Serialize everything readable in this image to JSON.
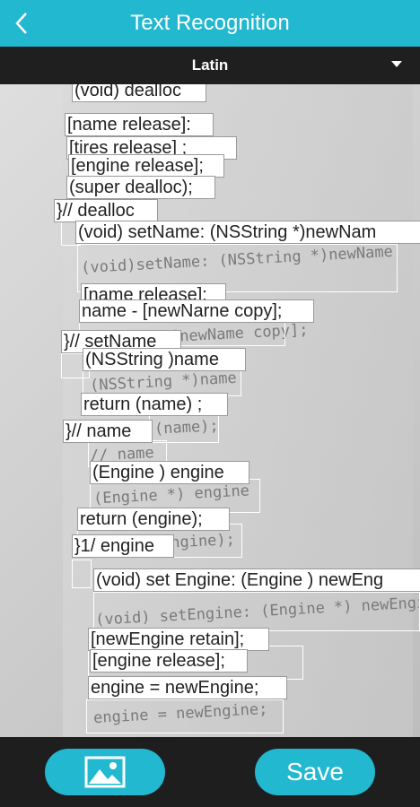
{
  "header": {
    "title": "Text Recognition",
    "back_icon": "back-arrow-icon"
  },
  "language": {
    "selected": "Latin",
    "dropdown_icon": "caret-down-icon"
  },
  "ocr_lines": [
    "(void) dealloc",
    "[name release]:",
    "[tires release] ;",
    "[engine release];",
    "(super dealloc);",
    "}// dealloc",
    "(void) setName: (NSString *)newNam",
    "[name release];",
    "name - [newNarne copy];",
    "}// setName",
    "(NSString )name",
    "return (name) ;",
    "}// name",
    "(Engine ) engine",
    "return (engine);",
    "}1/ engine",
    "(void) set Engine: (Engine ) newEng",
    "[newEngine retain];",
    "[engine release];",
    "engine = newEngine;"
  ],
  "background_text": [
    "(void)setName: (NSString *)newName",
    "[newName copy];",
    "(NSString *)name",
    "(name);",
    "// name",
    "(Engine *) engine",
    "engine);",
    "(void) setEngine: (Engine *) newEngi",
    "engine = newEngine;"
  ],
  "footer": {
    "image_icon": "image-gallery-icon",
    "save_label": "Save"
  },
  "colors": {
    "accent": "#22b8cf",
    "dark": "#1e1e1e"
  }
}
